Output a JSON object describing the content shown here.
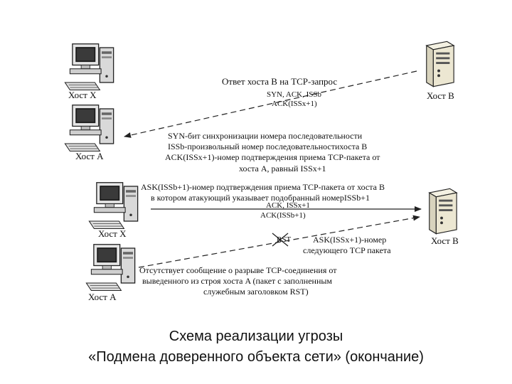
{
  "hosts": {
    "x_top": "Хост X",
    "a_top": "Хост A",
    "b_top": "Хост B",
    "x_bottom": "Хост X",
    "a_bottom": "Хост A",
    "b_bottom": "Хост B"
  },
  "messages": {
    "reply_title": "Ответ хоста B на TCP-запрос",
    "reply_fields_1": "SYN, ACK, ISSb",
    "reply_fields_2": "ACK(ISSx+1)",
    "explain_1": "SYN-бит синхронизации номера последовательности",
    "explain_2": "ISSb-произвольный номер последовательностихоста B",
    "explain_3": "ACK(ISSx+1)-номер подтверждения приема TCP-пакета от",
    "explain_4": "хоста A, равный ISSx+1",
    "ask_1": "ASK(ISSb+1)-номер подтверждения приема TCP-пакета от хоста B",
    "ask_2": "в котором атакующий указывает подобранный номерISSb+1",
    "ack_fields_1": "ACK, ISSx+1",
    "ack_fields_2": "ACK(ISSb+1)",
    "rst_label": "RST",
    "next_1": "ASK(ISSx+1)-номер",
    "next_2": "следующего TCP пакета",
    "absent_1": "Отсутствует сообщение о разрыве TCP-соединения от",
    "absent_2": "выведенного из строя хоста A (пакет с заполненным",
    "absent_3": "служебным заголовком RST)"
  },
  "caption": {
    "line_1": "Схема реализации угрозы",
    "line_2": "«Подмена доверенного объекта сети» (окончание)"
  }
}
